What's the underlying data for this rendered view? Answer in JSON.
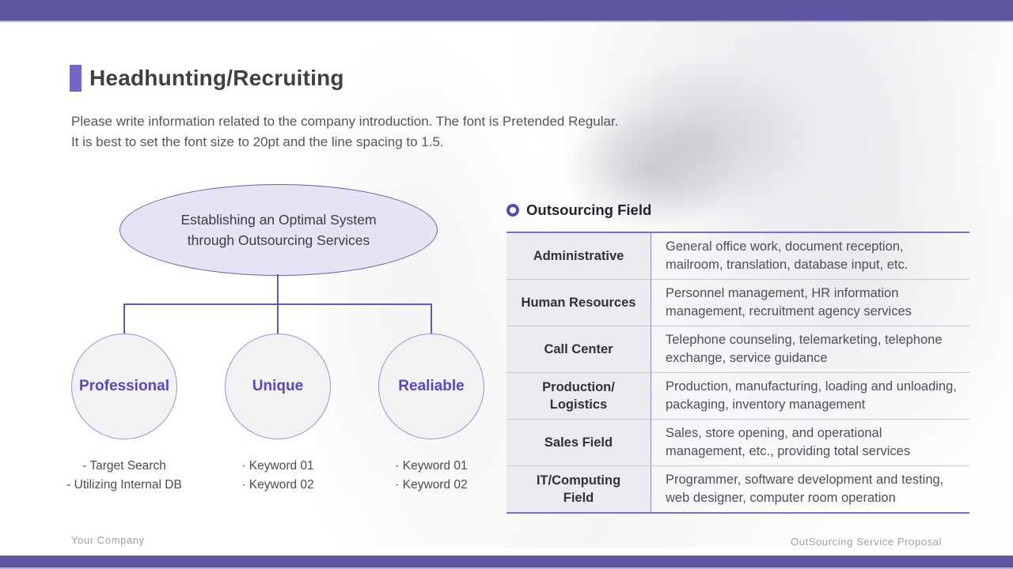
{
  "slide": {
    "title": "Headhunting/Recruiting",
    "subtitle_line1": "Please write information related to the company introduction. The font is Pretended Regular.",
    "subtitle_line2": "It is best to set the font size to 20pt and the line spacing to 1.5.",
    "footer_left": "Your Company",
    "footer_right": "OutSourcing Service Proposal"
  },
  "diagram": {
    "root_line1": "Establishing an Optimal System",
    "root_line2": "through Outsourcing Services",
    "nodes": [
      {
        "label": "Professional",
        "points": [
          "- Target Search",
          "- Utilizing Internal DB"
        ]
      },
      {
        "label": "Unique",
        "points": [
          "· Keyword 01",
          "· Keyword 02"
        ]
      },
      {
        "label": "Realiable",
        "points": [
          "· Keyword 01",
          "· Keyword 02"
        ]
      }
    ]
  },
  "outsourcing": {
    "heading": "Outsourcing Field",
    "rows": [
      {
        "field": "Administrative",
        "description": "General office work, document reception, mailroom, translation, database input, etc."
      },
      {
        "field": "Human Resources",
        "description": "Personnel management, HR information management, recruitment agency services"
      },
      {
        "field": "Call Center",
        "description": "Telephone counseling, telemarketing, telephone exchange, service guidance"
      },
      {
        "field": "Production/\nLogistics",
        "description": "Production, manufacturing, loading and unloading, packaging, inventory management"
      },
      {
        "field": "Sales Field",
        "description": "Sales, store opening, and operational management, etc., providing total services"
      },
      {
        "field": "IT/Computing\nField",
        "description": "Programmer, software development and testing, web designer, computer room operation"
      }
    ]
  },
  "colors": {
    "bar_purple": "#5e559f",
    "bar_strip": "#b5aeda",
    "accent_purple": "#7366c7",
    "ellipse_fill": "#e7e2f4",
    "connector": "#6459ae",
    "circle_label": "#5648be",
    "table_border": "#7b6fc4"
  }
}
